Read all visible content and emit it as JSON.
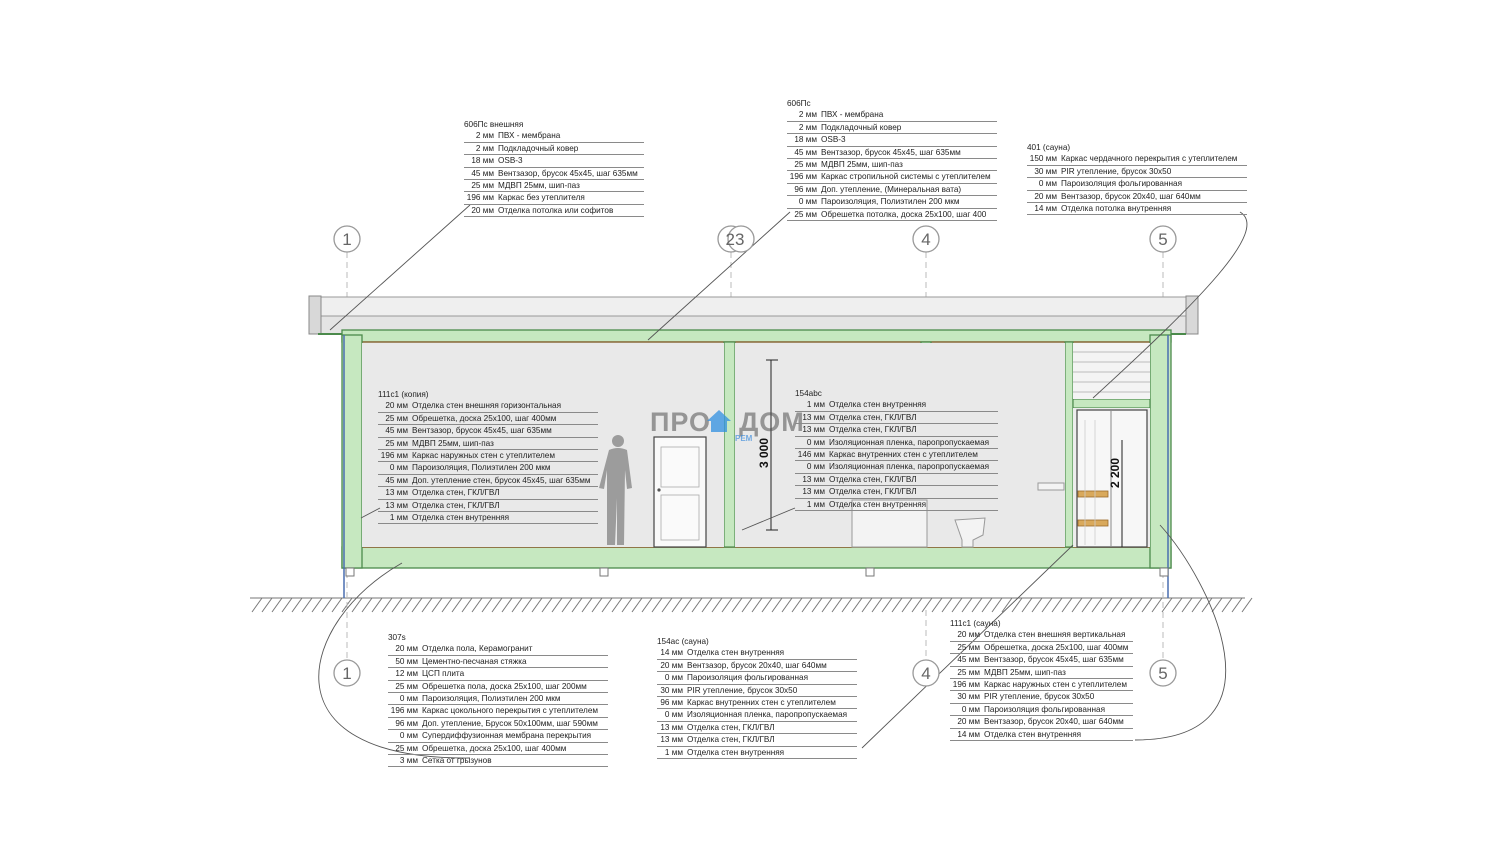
{
  "logo": {
    "part1": "ПРО",
    "part2": "ДОМ",
    "sub": "РЕМ",
    "house_color": "#2f8fe0"
  },
  "colors": {
    "wall": "#c6e8c0",
    "wall_stroke": "#4b8a4b",
    "floor": "#8b5a2b",
    "roof": "#d8d8d8"
  },
  "axes_top": [
    "1",
    "23",
    "4",
    "5"
  ],
  "axes_bottom": [
    "1",
    "4",
    "5"
  ],
  "dimensions": {
    "room_height": "3 000",
    "door_height": "2 200"
  },
  "specs": [
    {
      "id": "roof-ext",
      "title": "606Пс внешняя",
      "rows": [
        {
          "t": "2 мм",
          "d": "ПВХ - мембрана"
        },
        {
          "t": "2 мм",
          "d": "Подкладочный ковер"
        },
        {
          "t": "18 мм",
          "d": "OSB-3"
        },
        {
          "t": "45 мм",
          "d": "Вентзазор, брусок 45x45, шаг 635мм"
        },
        {
          "t": "25 мм",
          "d": "МДВП 25мм, шип-паз"
        },
        {
          "t": "196 мм",
          "d": "Каркас без утеплителя"
        },
        {
          "t": "20 мм",
          "d": "Отделка потолка или софитов"
        }
      ]
    },
    {
      "id": "roof-main",
      "title": "606Пс",
      "rows": [
        {
          "t": "2 мм",
          "d": "ПВХ - мембрана"
        },
        {
          "t": "2 мм",
          "d": "Подкладочный ковер"
        },
        {
          "t": "18 мм",
          "d": "OSB-3"
        },
        {
          "t": "45 мм",
          "d": "Вентзазор, брусок 45x45, шаг 635мм"
        },
        {
          "t": "25 мм",
          "d": "МДВП 25мм, шип-паз"
        },
        {
          "t": "196 мм",
          "d": "Каркас стропильной системы с утеплителем"
        },
        {
          "t": "96 мм",
          "d": "Доп. утепление, (Минеральная вата)"
        },
        {
          "t": "0 мм",
          "d": "Пароизоляция, Полиэтилен 200 мкм"
        },
        {
          "t": "25 мм",
          "d": "Обрешетка потолка, доска 25x100, шаг 400"
        }
      ]
    },
    {
      "id": "sauna-ceiling",
      "title": "401 (сауна)",
      "rows": [
        {
          "t": "150 мм",
          "d": "Каркас чердачного перекрытия с утеплителем"
        },
        {
          "t": "30 мм",
          "d": "PIR утепление, брусок 30x50"
        },
        {
          "t": "0 мм",
          "d": "Пароизоляция фольгированная"
        },
        {
          "t": "20 мм",
          "d": "Вентзазор, брусок 20x40, шаг 640мм"
        },
        {
          "t": "14 мм",
          "d": "Отделка потолка внутренняя"
        }
      ]
    },
    {
      "id": "ext-wall",
      "title": "111с1 (копия)",
      "rows": [
        {
          "t": "20 мм",
          "d": "Отделка стен внешняя горизонтальная"
        },
        {
          "t": "25 мм",
          "d": "Обрешетка, доска 25x100, шаг 400мм"
        },
        {
          "t": "45 мм",
          "d": "Вентзазор, брусок 45x45, шаг 635мм"
        },
        {
          "t": "25 мм",
          "d": "МДВП 25мм, шип-паз"
        },
        {
          "t": "196 мм",
          "d": "Каркас наружных стен с утеплителем"
        },
        {
          "t": "0 мм",
          "d": "Пароизоляция, Полиэтилен 200 мкм"
        },
        {
          "t": "45 мм",
          "d": "Доп. утепление стен, брусок 45x45, шаг 635мм"
        },
        {
          "t": "13 мм",
          "d": "Отделка стен, ГКЛ/ГВЛ"
        },
        {
          "t": "13 мм",
          "d": "Отделка стен, ГКЛ/ГВЛ"
        },
        {
          "t": "1 мм",
          "d": "Отделка стен внутренняя"
        }
      ]
    },
    {
      "id": "int-wall",
      "title": "154abc",
      "rows": [
        {
          "t": "1 мм",
          "d": "Отделка стен внутренняя"
        },
        {
          "t": "13 мм",
          "d": "Отделка стен, ГКЛ/ГВЛ"
        },
        {
          "t": "13 мм",
          "d": "Отделка стен, ГКЛ/ГВЛ"
        },
        {
          "t": "0 мм",
          "d": "Изоляционная пленка, паропропускаемая"
        },
        {
          "t": "146 мм",
          "d": "Каркас внутренних стен с утеплителем"
        },
        {
          "t": "0 мм",
          "d": "Изоляционная пленка, паропропускаемая"
        },
        {
          "t": "13 мм",
          "d": "Отделка стен, ГКЛ/ГВЛ"
        },
        {
          "t": "13 мм",
          "d": "Отделка стен, ГКЛ/ГВЛ"
        },
        {
          "t": "1 мм",
          "d": "Отделка стен внутренняя"
        }
      ]
    },
    {
      "id": "floor",
      "title": "307s",
      "rows": [
        {
          "t": "20 мм",
          "d": "Отделка пола, Керамогранит"
        },
        {
          "t": "50 мм",
          "d": "Цементно-песчаная стяжка"
        },
        {
          "t": "12 мм",
          "d": "ЦСП плита"
        },
        {
          "t": "25 мм",
          "d": "Обрешетка пола, доска 25x100, шаг 200мм"
        },
        {
          "t": "0 мм",
          "d": "Пароизоляция, Полиэтилен 200 мкм"
        },
        {
          "t": "196 мм",
          "d": "Каркас цокольного перекрытия с утеплителем"
        },
        {
          "t": "96 мм",
          "d": "Доп. утепление, Брусок 50x100мм, шаг 590мм"
        },
        {
          "t": "0 мм",
          "d": "Супердиффузионная мембрана перекрытия"
        },
        {
          "t": "25 мм",
          "d": "Обрешетка, доска 25x100, шаг 400мм"
        },
        {
          "t": "3 мм",
          "d": "Сетка от грызунов"
        }
      ]
    },
    {
      "id": "sauna-int-wall",
      "title": "154ас (сауна)",
      "rows": [
        {
          "t": "14 мм",
          "d": "Отделка стен внутренняя"
        },
        {
          "t": "20 мм",
          "d": "Вентзазор, брусок 20x40, шаг 640мм"
        },
        {
          "t": "0 мм",
          "d": "Пароизоляция фольгированная"
        },
        {
          "t": "30 мм",
          "d": "PIR утепление, брусок 30x50"
        },
        {
          "t": "96 мм",
          "d": "Каркас внутренних стен с утеплителем"
        },
        {
          "t": "0 мм",
          "d": "Изоляционная пленка, паропропускаемая"
        },
        {
          "t": "13 мм",
          "d": "Отделка стен, ГКЛ/ГВЛ"
        },
        {
          "t": "13 мм",
          "d": "Отделка стен, ГКЛ/ГВЛ"
        },
        {
          "t": "1 мм",
          "d": "Отделка стен внутренняя"
        }
      ]
    },
    {
      "id": "sauna-ext-wall",
      "title": "111с1 (сауна)",
      "rows": [
        {
          "t": "20 мм",
          "d": "Отделка стен внешняя вертикальная"
        },
        {
          "t": "25 мм",
          "d": "Обрешетка, доска 25x100, шаг 400мм"
        },
        {
          "t": "45 мм",
          "d": "Вентзазор, брусок 45x45, шаг 635мм"
        },
        {
          "t": "25 мм",
          "d": "МДВП 25мм, шип-паз"
        },
        {
          "t": "196 мм",
          "d": "Каркас наружных стен с утеплителем"
        },
        {
          "t": "30 мм",
          "d": "PIR утепление, брусок 30x50"
        },
        {
          "t": "0 мм",
          "d": "Пароизоляция фольгированная"
        },
        {
          "t": "20 мм",
          "d": "Вентзазор, брусок 20x40, шаг 640мм"
        },
        {
          "t": "14 мм",
          "d": "Отделка стен внутренняя"
        }
      ]
    }
  ]
}
